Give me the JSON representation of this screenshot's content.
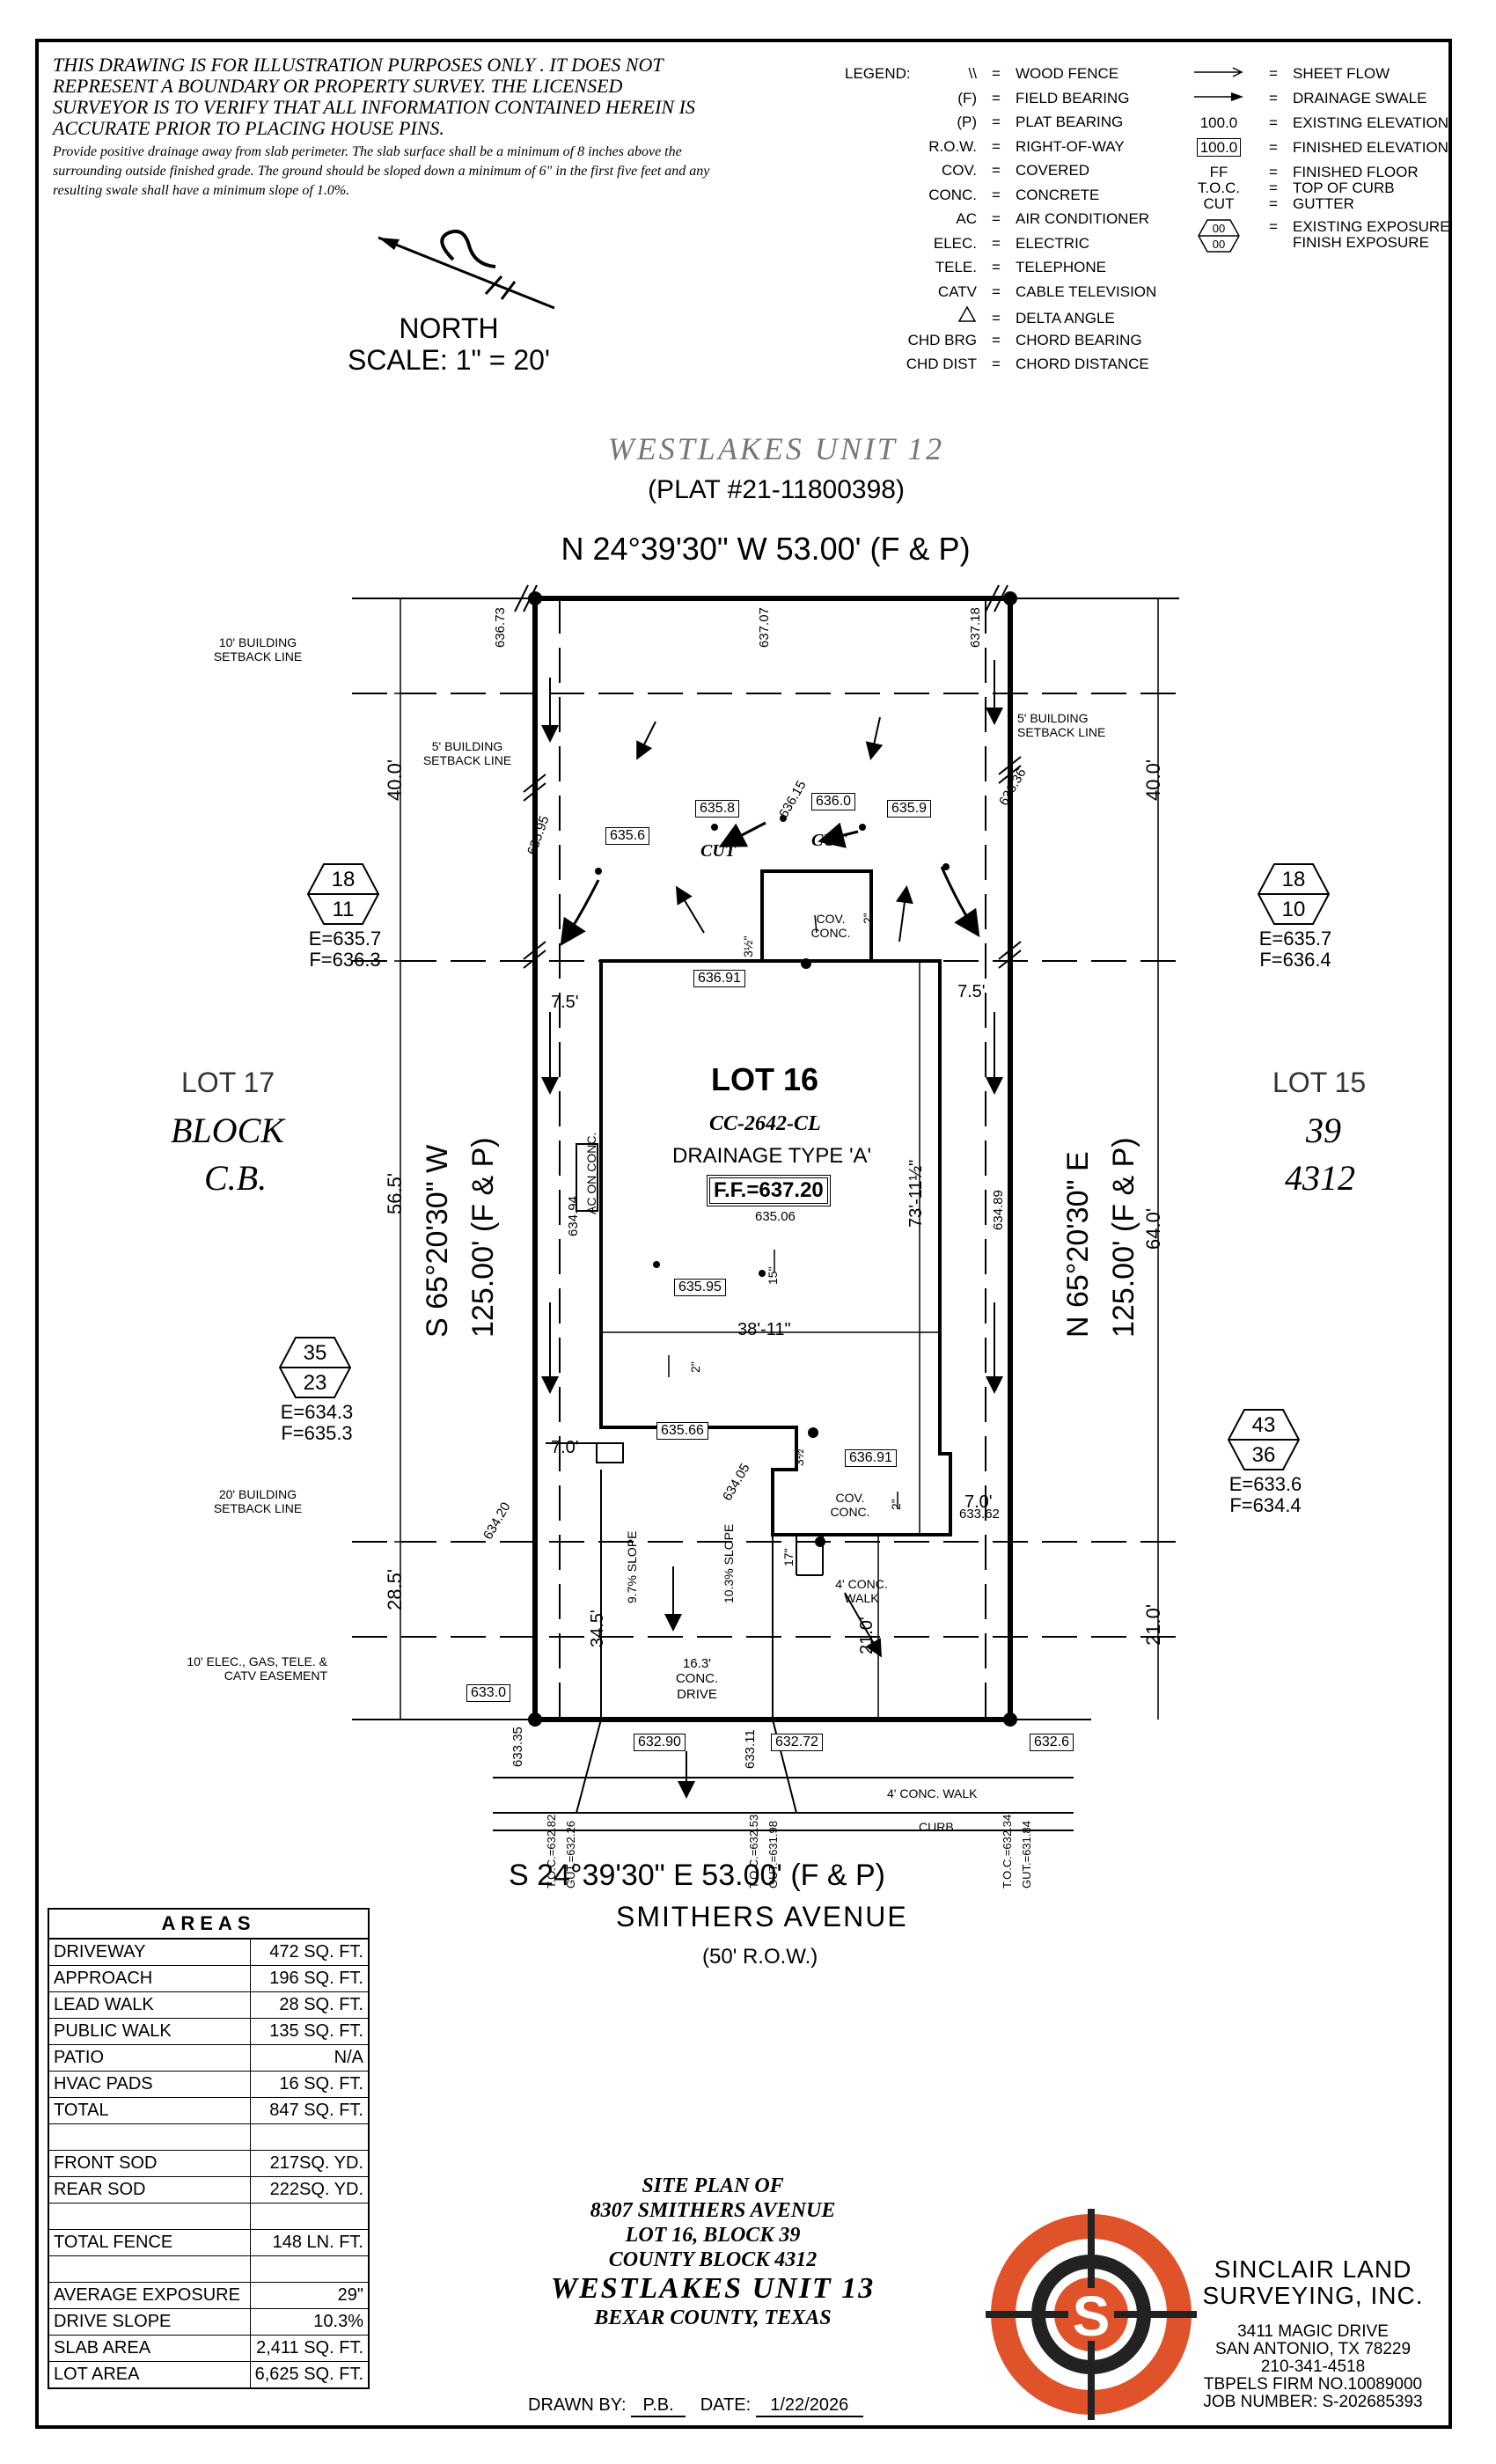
{
  "disclaimer": {
    "main": "THIS DRAWING IS FOR ILLUSTRATION PURPOSES ONLY . IT DOES NOT REPRESENT A BOUNDARY OR PROPERTY SURVEY. THE LICENSED SURVEYOR IS TO VERIFY THAT ALL INFORMATION CONTAINED HEREIN IS ACCURATE PRIOR TO PLACING HOUSE PINS.",
    "drainage": "Provide positive drainage away from slab perimeter. The slab surface shall be a minimum of 8 inches above the surrounding outside finished grade. The ground should be sloped down a minimum of 6\" in the first five feet and any resulting swale shall have a minimum slope of 1.0%."
  },
  "north": {
    "label": "NORTH",
    "scale": "SCALE:  1\"  =  20'"
  },
  "legend": {
    "title": "LEGEND:",
    "left": [
      {
        "code": "\\\\",
        "desc": "WOOD FENCE"
      },
      {
        "code": "(F)",
        "desc": "FIELD BEARING"
      },
      {
        "code": "(P)",
        "desc": "PLAT BEARING"
      },
      {
        "code": "R.O.W.",
        "desc": "RIGHT-OF-WAY"
      },
      {
        "code": "COV.",
        "desc": "COVERED"
      },
      {
        "code": "CONC.",
        "desc": "CONCRETE"
      },
      {
        "code": "AC",
        "desc": "AIR CONDITIONER"
      },
      {
        "code": "ELEC.",
        "desc": "ELECTRIC"
      },
      {
        "code": "TELE.",
        "desc": "TELEPHONE"
      },
      {
        "code": "CATV",
        "desc": "CABLE TELEVISION"
      },
      {
        "code": "",
        "desc": "DELTA ANGLE"
      },
      {
        "code": "CHD BRG",
        "desc": "CHORD BEARING"
      },
      {
        "code": "CHD DIST",
        "desc": "CHORD DISTANCE"
      }
    ],
    "right": [
      {
        "code": "",
        "desc": "SHEET FLOW"
      },
      {
        "code": "",
        "desc": "DRAINAGE SWALE"
      },
      {
        "code": "100.0",
        "desc": "EXISTING ELEVATION"
      },
      {
        "code": "100.0",
        "desc": "FINISHED ELEVATION"
      },
      {
        "code": "FF",
        "desc": "FINISHED FLOOR"
      },
      {
        "code": "T.O.C.",
        "desc": "TOP OF CURB"
      },
      {
        "code": "CUT",
        "desc": "GUTTER"
      },
      {
        "code": "",
        "desc": "EXISTING EXPOSURE"
      },
      {
        "code": "",
        "desc": "FINISH EXPOSURE"
      }
    ],
    "hex_top": "00",
    "hex_bottom": "00"
  },
  "plan": {
    "subdivision": "WESTLAKES  UNIT  12",
    "plat": "(PLAT #21-11800398)",
    "north_bearing": "N 24°39'30\"  W 53.00'  (F & P)",
    "south_bearing": "S 24°39'30\"  E 53.00'  (F & P)",
    "west_bearing": "S 65°20'30\"  W",
    "west_dist": "125.00'  (F & P)",
    "east_bearing": "N 65°20'30\"  E",
    "east_dist": "125.00'  (F & P)",
    "street": "SMITHERS  AVENUE",
    "row": "(50' R.O.W.)",
    "lot": "LOT 16",
    "plan_no": "CC-2642-CL",
    "drainage": "DRAINAGE TYPE 'A'",
    "ff": "F.F.=637.20",
    "lot17": "LOT 17",
    "block_lbl": "BLOCK",
    "cb_lbl": "C.B.",
    "lot15": "LOT 15",
    "block_no": "39",
    "cb_no": "4312",
    "setback_10": "10' BUILDING SETBACK LINE",
    "setback_5_left": "5' BUILDING SETBACK LINE",
    "setback_5_right": "5' BUILDING SETBACK LINE",
    "setback_20": "20' BUILDING SETBACK LINE",
    "easement": "10' ELEC., GAS, TELE. & CATV EASEMENT",
    "hex_nw": {
      "top": "18",
      "bot": "11",
      "e": "E=635.7",
      "f": "F=636.3"
    },
    "hex_ne": {
      "top": "18",
      "bot": "10",
      "e": "E=635.7",
      "f": "F=636.4"
    },
    "hex_sw": {
      "top": "35",
      "bot": "23",
      "e": "E=634.3",
      "f": "F=635.3"
    },
    "hex_se": {
      "top": "43",
      "bot": "36",
      "e": "E=633.6",
      "f": "F=634.4"
    },
    "dims": {
      "d40l": "40.0'",
      "d565": "56.5'",
      "d285": "28.5'",
      "d40r": "40.0'",
      "d640": "64.0'",
      "d210r": "21.0'",
      "d75l": "7.5'",
      "d75r": "7.5'",
      "d70l": "7.0'",
      "d70r": "7.0'",
      "d3811": "38'-11\"",
      "d73": "73'-11½\"",
      "d345": "34.5'",
      "d210c": "21.0'",
      "d312a": "3½\"",
      "d312b": "3½\"",
      "d17": "17\"",
      "d15": "15\"",
      "d2a": "2\"",
      "d2b": "2\"",
      "d2c": "2\""
    },
    "elev_boxed": [
      "635.8",
      "636.0",
      "635.9",
      "635.6",
      "636.91",
      "635.95",
      "635.66",
      "636.91",
      "633.0",
      "632.90",
      "632.72",
      "632.6"
    ],
    "elev_plain": [
      "636.73",
      "637.07",
      "637.18",
      "636.15",
      "636.36",
      "635.95",
      "635.06",
      "634.94",
      "634.89",
      "634.20",
      "634.05",
      "633.62",
      "633.35",
      "633.11"
    ],
    "toc": [
      "T.O.C.=632.82",
      "GUT.=632.26",
      "T.O.C.=632.53",
      "GUT.=631.98",
      "T.O.C.=632.34",
      "GUT.=631.84"
    ],
    "cut": "CUT",
    "cov_conc_top": "COV. CONC.",
    "cov_conc_bot": "COV. CONC.",
    "ac": "AC ON CONC.",
    "walk": "4' CONC. WALK",
    "public_walk": "4' CONC. WALK",
    "curb": "CURB",
    "drive": "16.3' CONC. DRIVE",
    "slope1": "9.7% SLOPE",
    "slope2": "10.3% SLOPE"
  },
  "areas": {
    "title": "AREAS",
    "rows": [
      {
        "label": "DRIVEWAY",
        "value": "472 SQ. FT."
      },
      {
        "label": "APPROACH",
        "value": "196 SQ. FT."
      },
      {
        "label": "LEAD WALK",
        "value": "28 SQ. FT."
      },
      {
        "label": "PUBLIC WALK",
        "value": "135 SQ. FT."
      },
      {
        "label": "PATIO",
        "value": "N/A"
      },
      {
        "label": "HVAC PADS",
        "value": "16 SQ. FT."
      },
      {
        "label": "TOTAL",
        "value": "847 SQ. FT."
      },
      {
        "label": "",
        "value": ""
      },
      {
        "label": "FRONT SOD",
        "value": "217SQ. YD."
      },
      {
        "label": "REAR SOD",
        "value": "222SQ. YD."
      },
      {
        "label": "",
        "value": ""
      },
      {
        "label": "TOTAL FENCE",
        "value": "148 LN. FT."
      },
      {
        "label": "",
        "value": ""
      },
      {
        "label": "AVERAGE EXPOSURE",
        "value": "29\""
      },
      {
        "label": "DRIVE SLOPE",
        "value": "10.3%"
      },
      {
        "label": "SLAB AREA",
        "value": "2,411 SQ. FT."
      },
      {
        "label": "LOT AREA",
        "value": "6,625 SQ. FT."
      }
    ]
  },
  "title_block": {
    "l1": "SITE PLAN OF",
    "l2": "8307 SMITHERS AVENUE",
    "l3": "LOT 16, BLOCK 39",
    "l4": "COUNTY BLOCK 4312",
    "l5": "WESTLAKES UNIT 13",
    "l6": "BEXAR COUNTY, TEXAS"
  },
  "company": {
    "name1": "SINCLAIR LAND",
    "name2": "SURVEYING, INC.",
    "addr1": "3411 MAGIC DRIVE",
    "addr2": "SAN ANTONIO, TX 78229",
    "phone": "210-341-4518",
    "firm": "TBPELS FIRM NO.10089000",
    "job": "JOB NUMBER: S-202685393",
    "logo_letter": "S",
    "logo_color": "#e0522a"
  },
  "drawn": {
    "by_label": "DRAWN  BY:",
    "by": "P.B.",
    "date_label": "DATE:",
    "date": "1/22/2026"
  }
}
